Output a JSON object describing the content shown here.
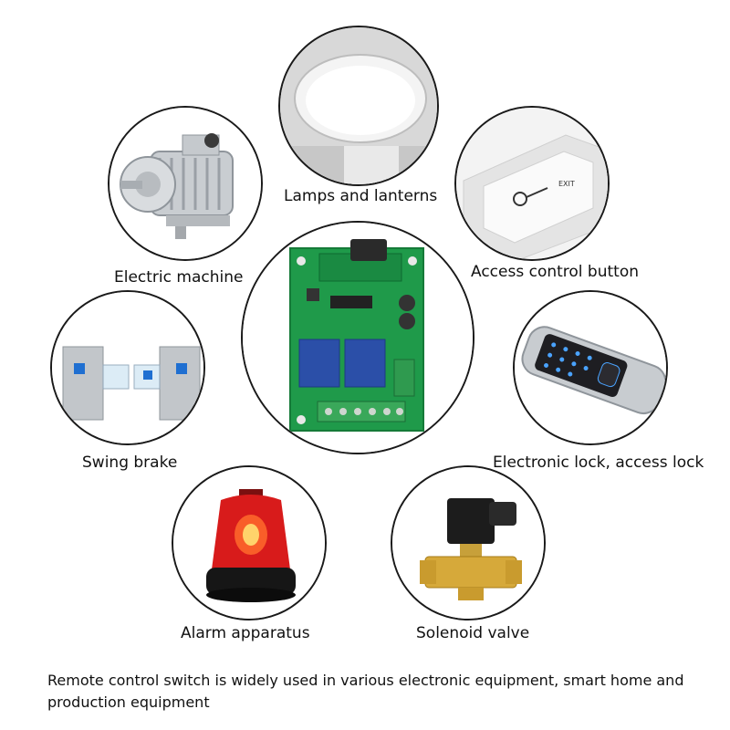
{
  "items": {
    "lamps": {
      "label": "Lamps and lanterns",
      "icon": "ceiling-lamp-icon"
    },
    "electric_machine": {
      "label": "Electric machine",
      "icon": "motor-icon"
    },
    "access_button": {
      "label": "Access control button",
      "icon": "exit-button-icon"
    },
    "swing_brake": {
      "label": "Swing brake",
      "icon": "turnstile-icon"
    },
    "electronic_lock": {
      "label": "Electronic lock, access lock",
      "icon": "keypad-lock-icon"
    },
    "alarm": {
      "label": "Alarm apparatus",
      "icon": "alarm-light-icon"
    },
    "solenoid": {
      "label": "Solenoid valve",
      "icon": "solenoid-valve-icon"
    },
    "relay_board": {
      "icon": "relay-board-icon"
    }
  },
  "caption": "Remote control switch is widely used in various electronic equipment, smart home and production equipment",
  "colors": {
    "outline": "#1a1a1a",
    "pcb": "#1f9a4a",
    "relay": "#2b4fa8",
    "alarm_red": "#d81b1b",
    "brass": "#d6a93a"
  }
}
